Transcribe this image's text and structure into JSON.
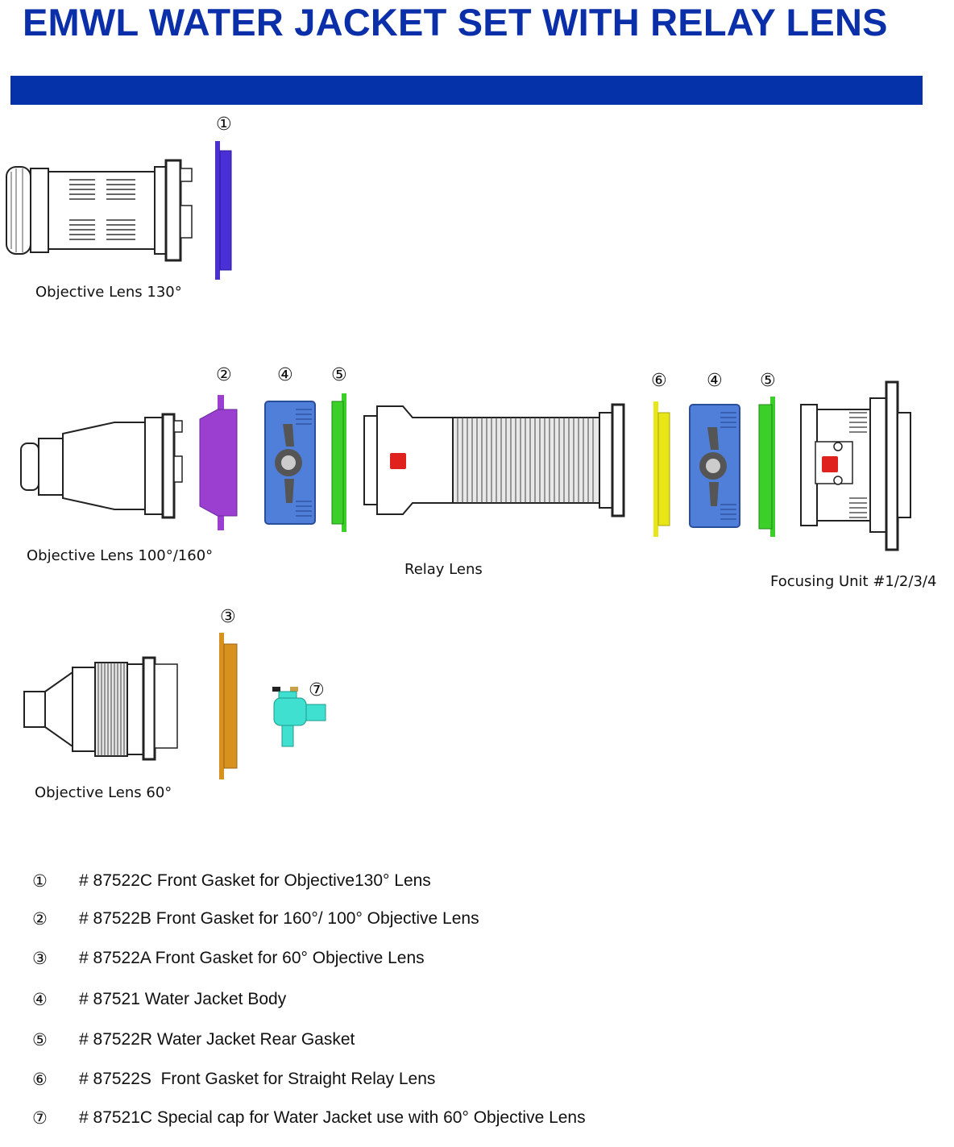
{
  "title": "EMWL WATER JACKET SET WITH RELAY LENS",
  "colors": {
    "title": "#0a2fa8",
    "band": "#0632a9",
    "gasket_1": "#4a2fd6",
    "gasket_2": "#9b3fd0",
    "gasket_3": "#d8901e",
    "water_jacket": "#4f7fd8",
    "gasket_5": "#3ccf2a",
    "gasket_6": "#e8e617",
    "cap_7": "#3fe0d0",
    "lock_red": "#e0221e"
  },
  "callouts": {
    "c1": "①",
    "c2": "②",
    "c3": "③",
    "c4a": "④",
    "c5a": "⑤",
    "c6": "⑥",
    "c4b": "④",
    "c5b": "⑤",
    "c7": "⑦"
  },
  "captions": {
    "obj130": "Objective Lens 130°",
    "obj100": "Objective Lens 100°/160°",
    "relay": "Relay Lens",
    "focus": "Focusing Unit #1/2/3/4",
    "obj60": "Objective Lens 60°"
  },
  "legend": [
    {
      "num": "①",
      "text": "# 87522C Front Gasket for Objective130° Lens"
    },
    {
      "num": "②",
      "text": "# 87522B Front Gasket for 160°/ 100° Objective Lens"
    },
    {
      "num": "③",
      "text": "# 87522A Front Gasket for 60° Objective Lens"
    },
    {
      "num": "④",
      "text": "# 87521 Water Jacket Body"
    },
    {
      "num": "⑤",
      "text": "# 87522R Water Jacket Rear Gasket"
    },
    {
      "num": "⑥",
      "text": "# 87522S  Front Gasket for Straight Relay Lens"
    },
    {
      "num": "⑦",
      "text": "# 87521C Special cap for Water Jacket use with 60° Objective Lens"
    }
  ]
}
